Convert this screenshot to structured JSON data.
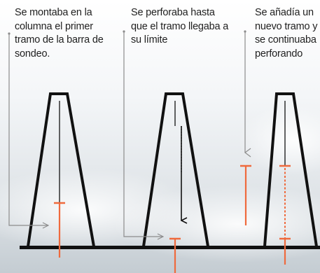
{
  "steps": [
    {
      "caption": "Se montaba en la columna el primer tramo de la barra de sondeo."
    },
    {
      "caption": "Se perforaba hasta que el tramo llegaba a su límite"
    },
    {
      "caption": "Se añadía un nuevo tramo y se continuaba perforando"
    }
  ],
  "colors": {
    "accent_orange": "#ef6a3d",
    "line_black": "#111111",
    "leader_gray": "#8c8c8c",
    "sky_top": "#eef1f4",
    "sky_bottom": "#c9d0d6"
  },
  "icons": [
    "derrick-tower",
    "drill-rod",
    "leader-arrow",
    "ground-line",
    "down-arrow"
  ]
}
